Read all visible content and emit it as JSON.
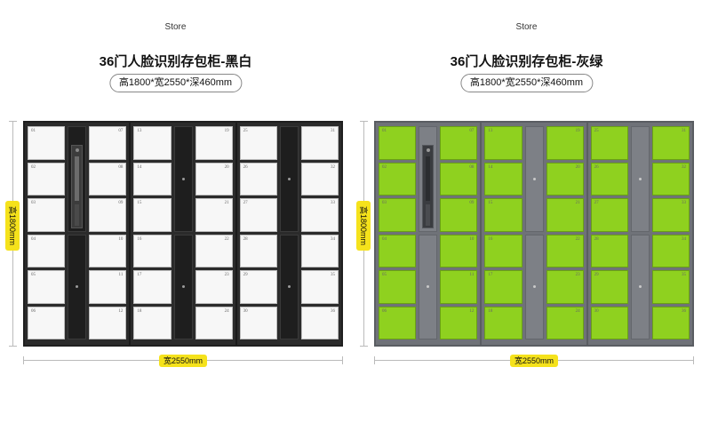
{
  "products": [
    {
      "store_label": "Store",
      "title": "36门人脸识别存包柜-黑白",
      "dimensions": "高1800*宽2550*深460mm",
      "height_label": "高1800mm",
      "width_label": "宽2550mm",
      "colors": {
        "door": "#f7f7f7",
        "body": "#2b2b2b"
      }
    },
    {
      "store_label": "Store",
      "title": "36门人脸识别存包柜-灰绿",
      "dimensions": "高1800*宽2550*深460mm",
      "height_label": "高1800mm",
      "width_label": "宽2550mm",
      "colors": {
        "door": "#8fd11f",
        "body": "#6f7278"
      }
    }
  ],
  "door_numbers": [
    [
      [
        "01",
        "02",
        "03",
        "04",
        "05",
        "06"
      ],
      [
        "07",
        "08",
        "09",
        "10",
        "11",
        "12"
      ]
    ],
    [
      [
        "13",
        "14",
        "15",
        "16",
        "17",
        "18"
      ],
      [
        "19",
        "20",
        "21",
        "22",
        "23",
        "24"
      ]
    ],
    [
      [
        "25",
        "26",
        "27",
        "28",
        "29",
        "30"
      ],
      [
        "31",
        "32",
        "33",
        "34",
        "35",
        "36"
      ]
    ]
  ]
}
